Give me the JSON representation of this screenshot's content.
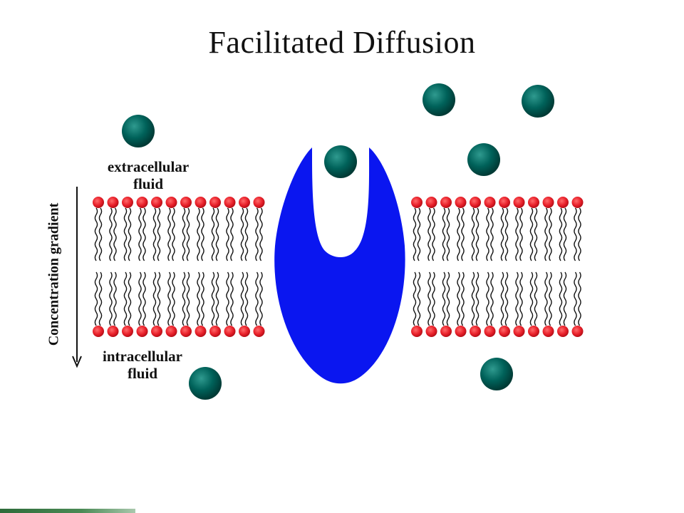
{
  "title": "Facilitated Diffusion",
  "labels": {
    "extracellular_line1": "extracellular",
    "extracellular_line2": "fluid",
    "intracellular_line1": "intracellular",
    "intracellular_line2": "fluid",
    "gradient": "Concentration gradient"
  },
  "colors": {
    "phospholipid_head": "#e8202a",
    "lipid_tail": "#111111",
    "carrier_protein": "#0a16f0",
    "solute_molecule": "#00625a",
    "background": "#ffffff"
  },
  "molecules": {
    "extracellular_count": 5,
    "in_channel_count": 1,
    "intracellular_count": 2
  }
}
